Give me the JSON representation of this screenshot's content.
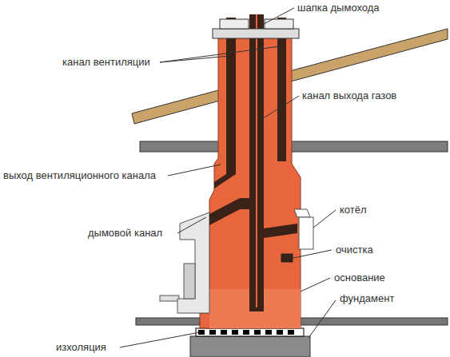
{
  "diagram": {
    "labels": [
      "шапка дымохода",
      "канал вентиляции",
      "канал выхода газов",
      "выход вентиляционного канала",
      "котёл",
      "дымовой канал",
      "очистка",
      "основание",
      "фундамент",
      "изхоляция"
    ]
  }
}
